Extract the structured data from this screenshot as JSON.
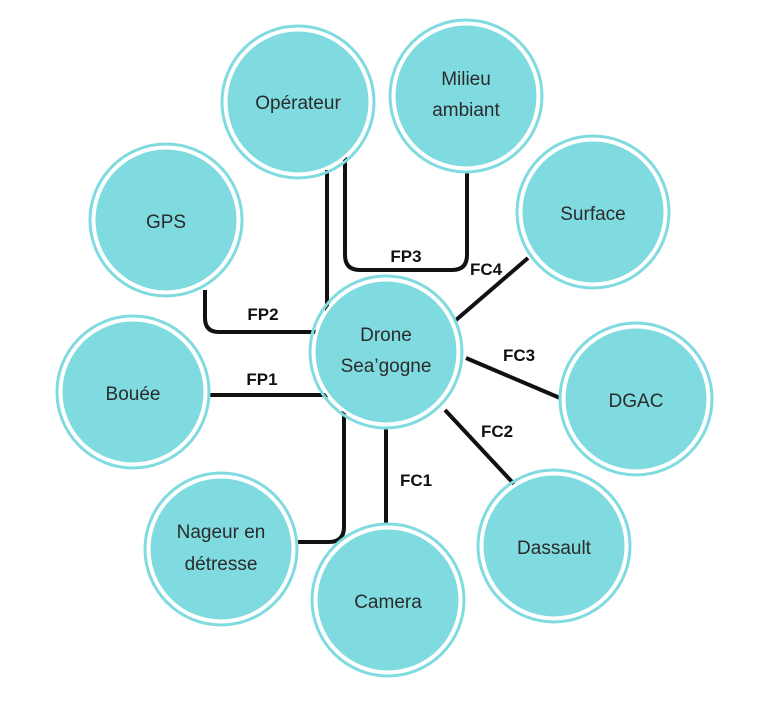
{
  "diagram": {
    "center": {
      "id": "drone",
      "lines": [
        "Drone",
        "Sea’gogne"
      ]
    },
    "nodes": [
      {
        "id": "operateur",
        "lines": [
          "Opérateur"
        ]
      },
      {
        "id": "milieu",
        "lines": [
          "Milieu",
          "ambiant"
        ]
      },
      {
        "id": "gps",
        "lines": [
          "GPS"
        ]
      },
      {
        "id": "surface",
        "lines": [
          "Surface"
        ]
      },
      {
        "id": "bouee",
        "lines": [
          "Bouée"
        ]
      },
      {
        "id": "dgac",
        "lines": [
          "DGAC"
        ]
      },
      {
        "id": "nageur",
        "lines": [
          "Nageur en",
          "détresse"
        ]
      },
      {
        "id": "dassault",
        "lines": [
          "Dassault"
        ]
      },
      {
        "id": "camera",
        "lines": [
          "Camera"
        ]
      }
    ],
    "links": [
      {
        "id": "fp1",
        "label": "FP1",
        "from": "bouee",
        "to": "nageur",
        "via": "drone"
      },
      {
        "id": "fp2",
        "label": "FP2",
        "from": "gps",
        "to": "operateur",
        "via": "drone"
      },
      {
        "id": "fp3",
        "label": "FP3",
        "from": "operateur",
        "to": "milieu",
        "via": "drone"
      },
      {
        "id": "fc1",
        "label": "FC1",
        "from": "drone",
        "to": "camera"
      },
      {
        "id": "fc2",
        "label": "FC2",
        "from": "drone",
        "to": "dassault"
      },
      {
        "id": "fc3",
        "label": "FC3",
        "from": "drone",
        "to": "dgac"
      },
      {
        "id": "fc4",
        "label": "FC4",
        "from": "drone",
        "to": "surface"
      }
    ],
    "colors": {
      "node_fill": "#7fdbe0",
      "link": "#111111",
      "text": "#2b2b2b"
    }
  }
}
